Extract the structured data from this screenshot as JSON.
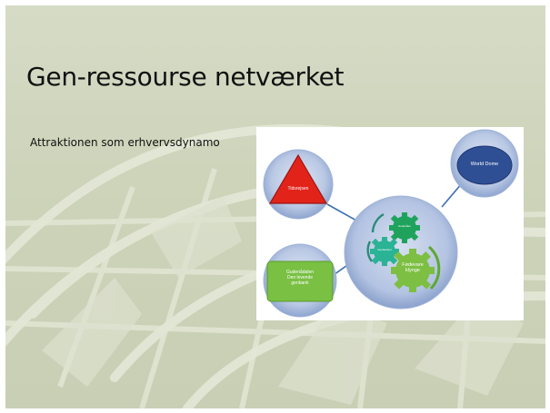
{
  "slide": {
    "title": "Gen-ressourse netværket",
    "subtitle": "Attraktionen som erhvervsdynamo"
  },
  "diagram": {
    "nodes": {
      "tidsrejsen": "Tidsrejsen",
      "world_dome": "World Dome",
      "gudenaadalen": "Gudenådalen\nDen levende\ngenbank",
      "fodevare_klynge": "Fødevare\nklynge",
      "gear_top_label": "Gudenåen",
      "gear_mid_label": "Genbanken"
    },
    "colors": {
      "bubble": "#aebfe0",
      "triangle": "#e2231a",
      "ellipse": "#2f4f94",
      "rect": "#79c043",
      "gear_top": "#1fa35c",
      "gear_mid": "#2ab394",
      "gear_big": "#7dbf42"
    }
  }
}
